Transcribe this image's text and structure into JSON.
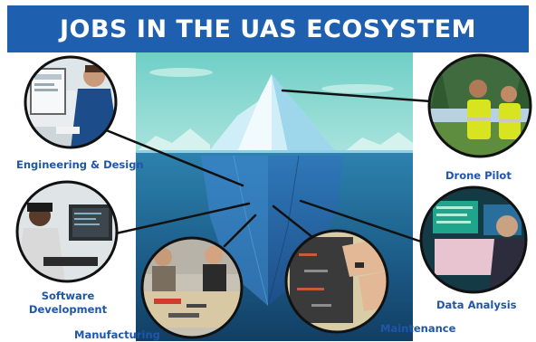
{
  "header": {
    "title": "JOBS IN THE UAS ECOSYSTEM"
  },
  "jobs": [
    {
      "id": "engineering",
      "label": "Engineering & Design",
      "photo": "engineer-at-computer"
    },
    {
      "id": "drone-pilot",
      "label": "Drone Pilot",
      "photo": "pilots-in-field"
    },
    {
      "id": "software",
      "label_line1": "Software",
      "label_line2": "Development",
      "photo": "developer-at-monitors"
    },
    {
      "id": "data-analysis",
      "label": "Data Analysis",
      "photo": "analyst-with-screens"
    },
    {
      "id": "manufacturing",
      "label": "Manufacturing",
      "photo": "workers-assembling"
    },
    {
      "id": "maintenance",
      "label": "Maintenance",
      "photo": "hands-repairing-parts"
    }
  ],
  "colors": {
    "banner": "#1f5fb0",
    "label": "#1f56a8",
    "sky": "#7fd1c8",
    "water": "#1e5f8a",
    "ice": "#bfe8f4"
  }
}
